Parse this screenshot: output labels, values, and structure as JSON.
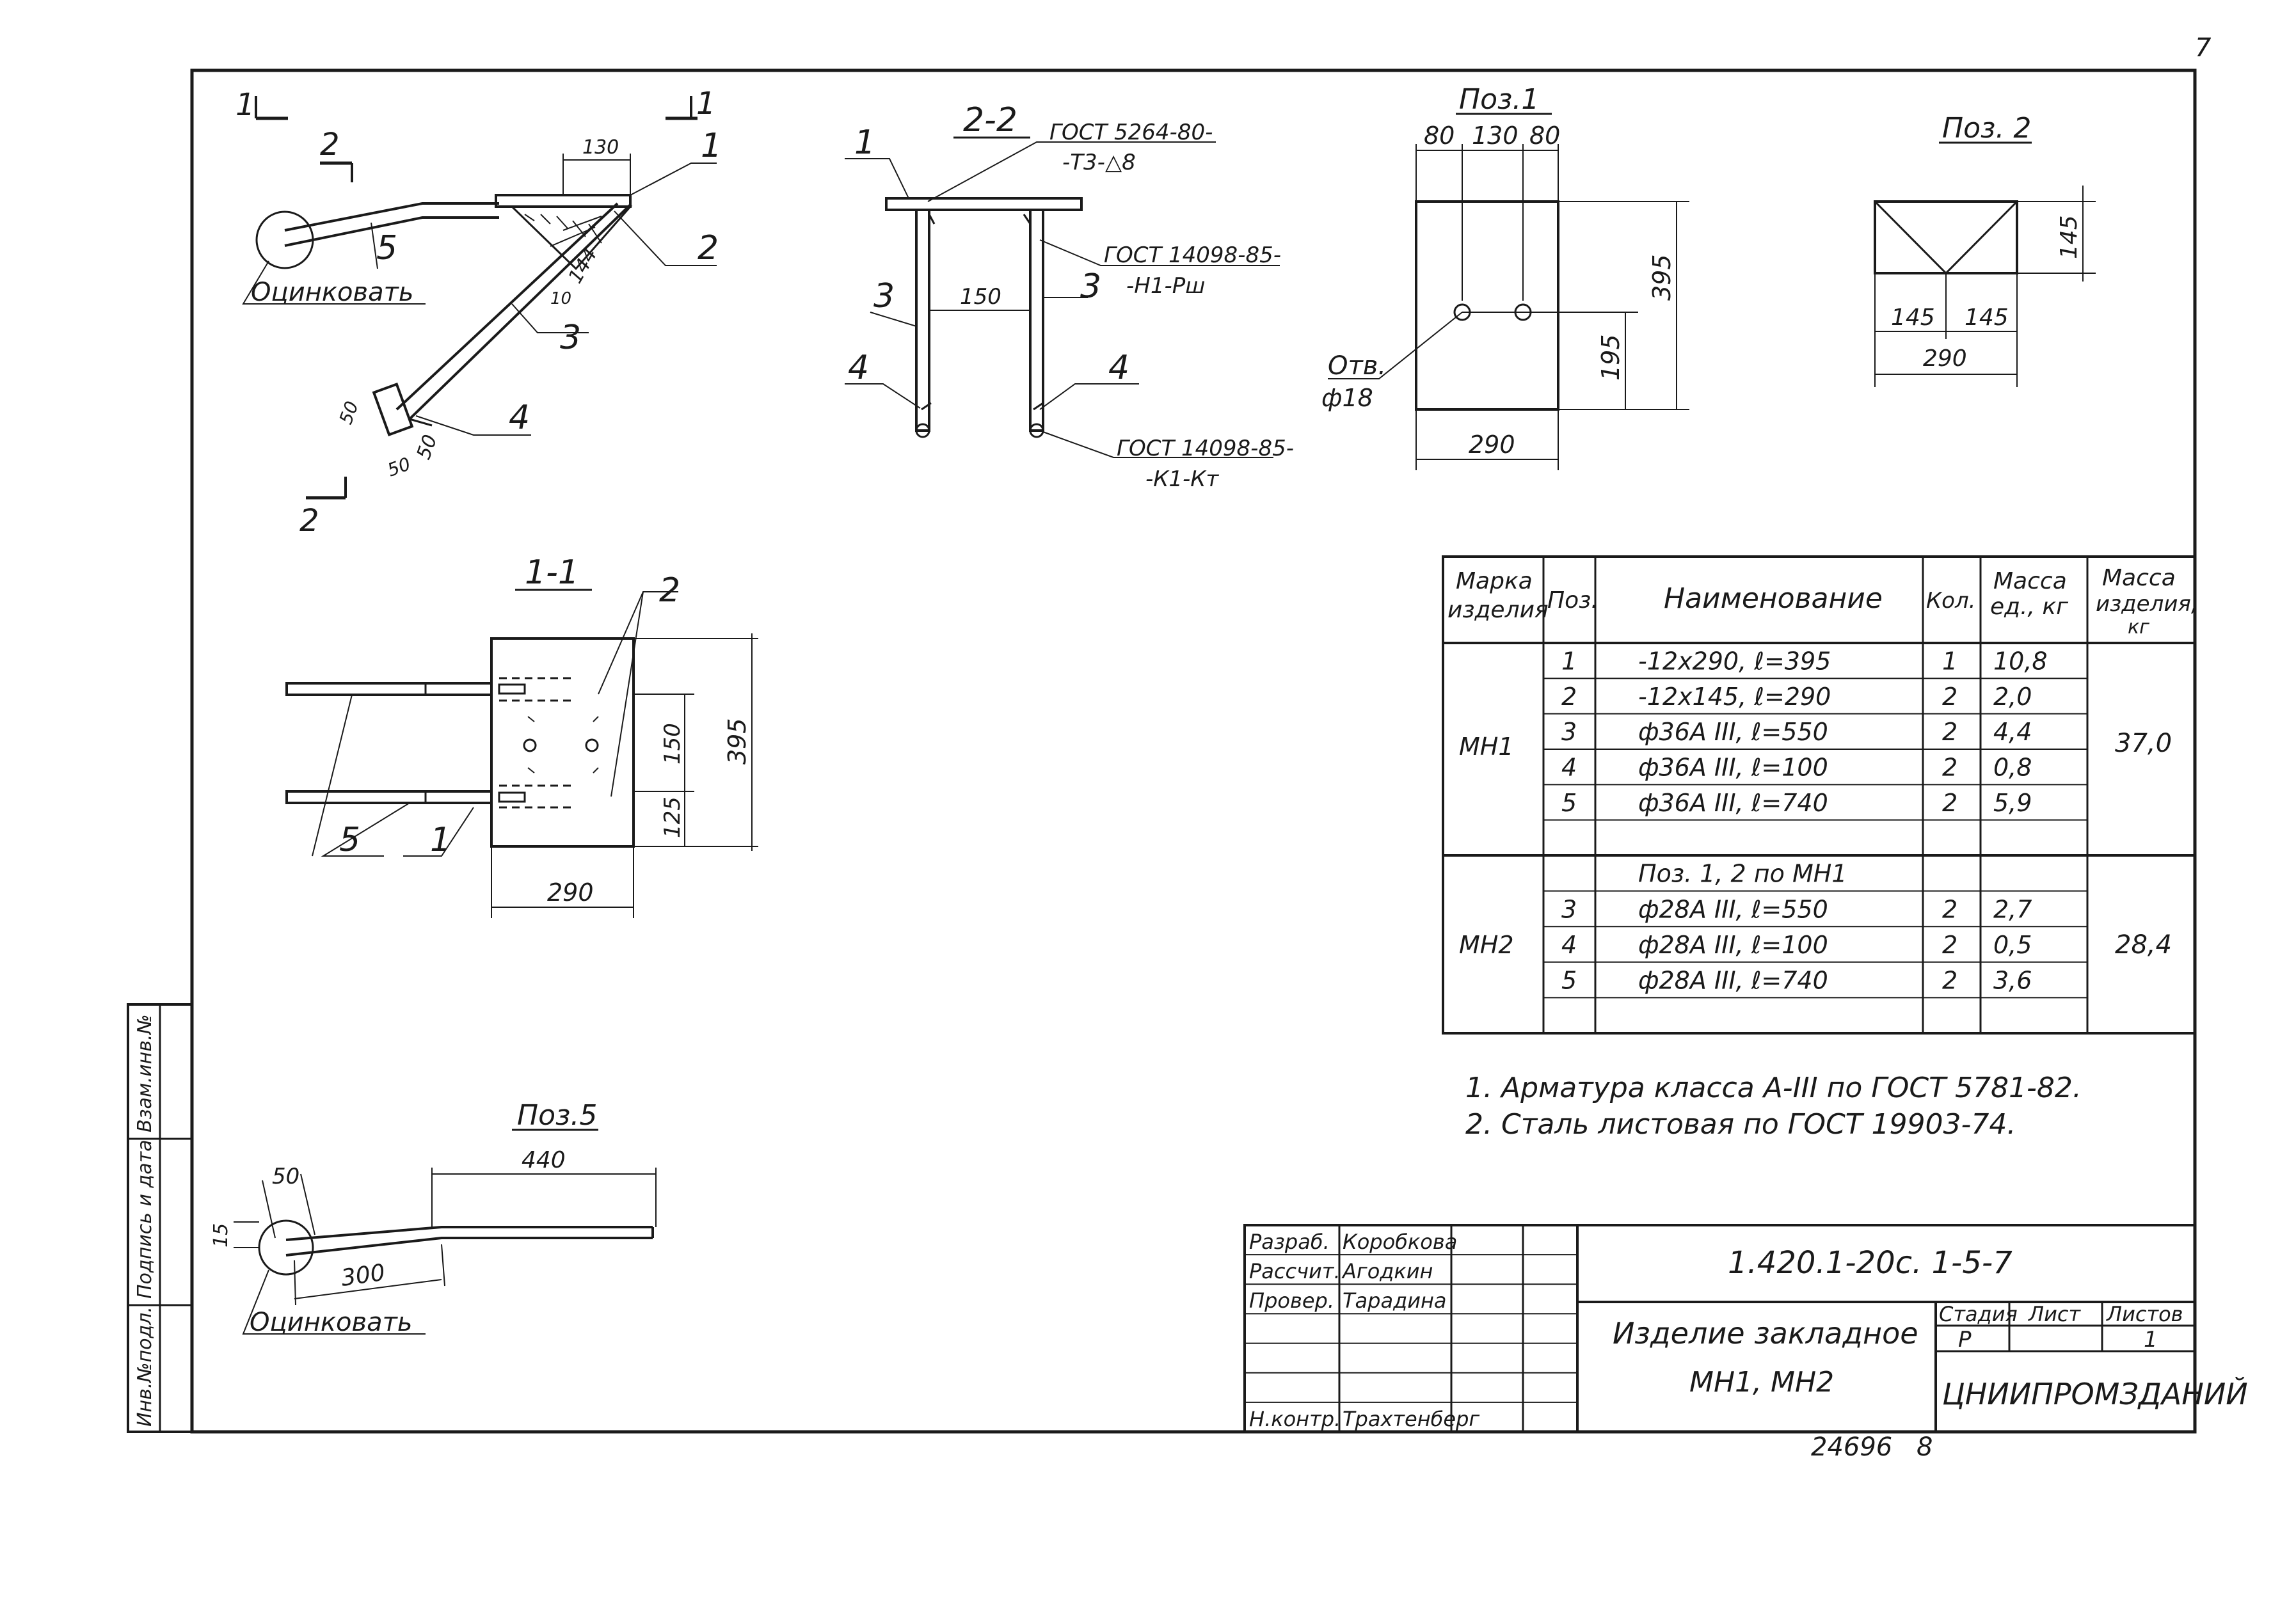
{
  "page_number": "7",
  "archive_number": "24696",
  "archive_suffix": "8",
  "views": {
    "main": {
      "section_1_left": "1",
      "section_1_right": "1",
      "section_2_top": "2",
      "section_2_bottom": "2",
      "dim_130": "130",
      "dim_144": "144",
      "dim_10": "10",
      "dim_50a": "50",
      "dim_50b": "50",
      "dim_50c": "50",
      "pos_1": "1",
      "pos_2": "2",
      "pos_3": "3",
      "pos_4": "4",
      "pos_5": "5",
      "note_galv": "Оцинковать"
    },
    "sec22": {
      "title": "2-2",
      "pos_1": "1",
      "pos_3a": "3",
      "pos_3b": "3",
      "pos_4a": "4",
      "pos_4b": "4",
      "dim_150": "150",
      "weld1_line1": "ГОСТ 5264-80-",
      "weld1_line2": "-Т3-△8",
      "weld2_line1": "ГОСТ 14098-85-",
      "weld2_line2": "-Н1-Рш",
      "weld3_line1": "ГОСТ 14098-85-",
      "weld3_line2": "-К1-Кт"
    },
    "pos1": {
      "title": "Поз.1",
      "dim_80a": "80",
      "dim_130": "130",
      "dim_80b": "80",
      "dim_395": "395",
      "dim_195": "195",
      "dim_290": "290",
      "hole_line1": "Отв.",
      "hole_line2": "ф18"
    },
    "pos2": {
      "title": "Поз. 2",
      "dim_145v": "145",
      "dim_145a": "145",
      "dim_145b": "145",
      "dim_290": "290"
    },
    "sec11": {
      "title": "1-1",
      "pos_2": "2",
      "pos_5": "5",
      "pos_1": "1",
      "dim_395": "395",
      "dim_150": "150",
      "dim_125": "125",
      "dim_290": "290"
    },
    "pos5": {
      "title": "Поз.5",
      "dim_50": "50",
      "dim_440": "440",
      "dim_15": "15",
      "dim_300": "300",
      "note_galv": "Оцинковать"
    }
  },
  "spec_table": {
    "headers": {
      "mark": [
        "Марка",
        "изделия"
      ],
      "pos": "Поз.",
      "name": "Наименование",
      "qty": "Кол.",
      "mass_unit": [
        "Масса",
        "ед., кг"
      ],
      "mass_item": [
        "Масса",
        "изделия,",
        "кг"
      ]
    },
    "groups": [
      {
        "mark": "МН1",
        "mass": "37,0",
        "rows": [
          {
            "pos": "1",
            "name": "-12х290, ℓ=395",
            "qty": "1",
            "mass": "10,8"
          },
          {
            "pos": "2",
            "name": "-12х145, ℓ=290",
            "qty": "2",
            "mass": "2,0"
          },
          {
            "pos": "3",
            "name": "ф36А III, ℓ=550",
            "qty": "2",
            "mass": "4,4"
          },
          {
            "pos": "4",
            "name": "ф36А III, ℓ=100",
            "qty": "2",
            "mass": "0,8"
          },
          {
            "pos": "5",
            "name": "ф36А III, ℓ=740",
            "qty": "2",
            "mass": "5,9"
          },
          {
            "pos": "",
            "name": "",
            "qty": "",
            "mass": ""
          }
        ]
      },
      {
        "mark": "МН2",
        "mass": "28,4",
        "rows": [
          {
            "pos": "",
            "name": "Поз. 1, 2 по МН1",
            "qty": "",
            "mass": ""
          },
          {
            "pos": "3",
            "name": "ф28А III, ℓ=550",
            "qty": "2",
            "mass": "2,7"
          },
          {
            "pos": "4",
            "name": "ф28А III, ℓ=100",
            "qty": "2",
            "mass": "0,5"
          },
          {
            "pos": "5",
            "name": "ф28А III, ℓ=740",
            "qty": "2",
            "mass": "3,6"
          },
          {
            "pos": "",
            "name": "",
            "qty": "",
            "mass": ""
          }
        ]
      }
    ]
  },
  "notes": [
    "1. Арматура класса А-III по ГОСТ 5781-82.",
    "2. Сталь листовая по ГОСТ 19903-74."
  ],
  "side_stamp": {
    "col1": "Инв.№подл.",
    "col2": "Подпись и дата",
    "col3": "Взам.инв.№"
  },
  "title_block": {
    "roles": [
      {
        "role": "Разраб.",
        "name": "Коробкова"
      },
      {
        "role": "Рассчит.",
        "name": "Агодкин"
      },
      {
        "role": "Провер.",
        "name": "Тарадина"
      },
      {
        "role": "",
        "name": ""
      },
      {
        "role": "",
        "name": ""
      },
      {
        "role": "",
        "name": ""
      },
      {
        "role": "Н.контр.",
        "name": "Трахтенберг"
      }
    ],
    "doc_number": "1.420.1-20с. 1-5-7",
    "item_title_line1": "Изделие закладное",
    "item_title_line2": "МН1, МН2",
    "stage_label": "Стадия",
    "sheet_label": "Лист",
    "sheets_label": "Листов",
    "stage": "Р",
    "sheet": "",
    "sheets": "1",
    "organization": "ЦНИИПРОМЗДАНИЙ"
  }
}
